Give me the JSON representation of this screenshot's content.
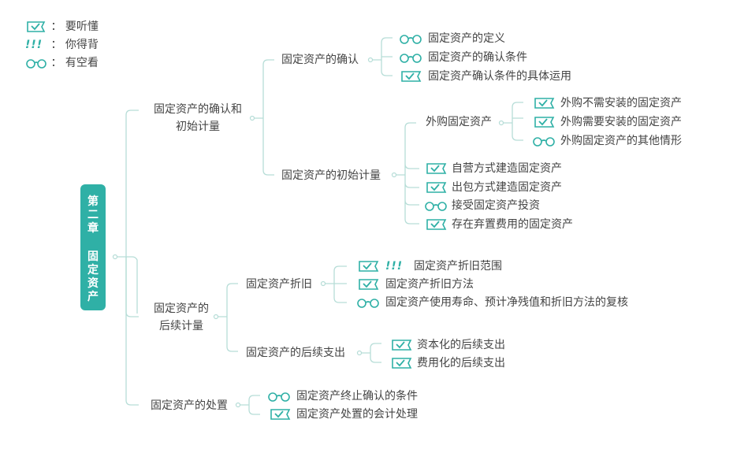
{
  "colors": {
    "accent": "#2fb0a6",
    "line": "#b6ddd7",
    "text": "#444444"
  },
  "legend": [
    {
      "icon": "book-check-icon",
      "label": "要听懂"
    },
    {
      "icon": "exclamation-icon",
      "label": "你得背"
    },
    {
      "icon": "glasses-icon",
      "label": "有空看"
    }
  ],
  "legend_sep": "：",
  "exclaim": "!!!",
  "root": {
    "top": "第二章",
    "bottom": "固定资产"
  },
  "level1": [
    {
      "line1": "固定资产的确认和",
      "line2": "初始计量"
    },
    {
      "line1": "固定资产的",
      "line2": "后续计量"
    },
    {
      "line1": "固定资产的处置"
    }
  ],
  "level2": {
    "confirm": "固定资产的确认",
    "initial": "固定资产的初始计量",
    "depreciation": "固定资产折旧",
    "subsequent_expense": "固定资产的后续支出",
    "purchase": "外购固定资产"
  },
  "leaves": {
    "definition": "固定资产的定义",
    "conditions": "固定资产的确认条件",
    "conditions_apply": "固定资产确认条件的具体运用",
    "no_install": "外购不需安装的固定资产",
    "need_install": "外购需要安装的固定资产",
    "other_cases": "外购固定资产的其他情形",
    "self_build": "自营方式建造固定资产",
    "contract_build": "出包方式建造固定资产",
    "investment": "接受固定资产投资",
    "disposal_cost": "存在弃置费用的固定资产",
    "dep_scope": "固定资产折旧范围",
    "dep_method": "固定资产折旧方法",
    "review": "固定资产使用寿命、预计净残值和折旧方法的复核",
    "capitalized": "资本化的后续支出",
    "expensed": "费用化的后续支出",
    "derecognition": "固定资产终止确认的条件",
    "accounting": "固定资产处置的会计处理"
  }
}
